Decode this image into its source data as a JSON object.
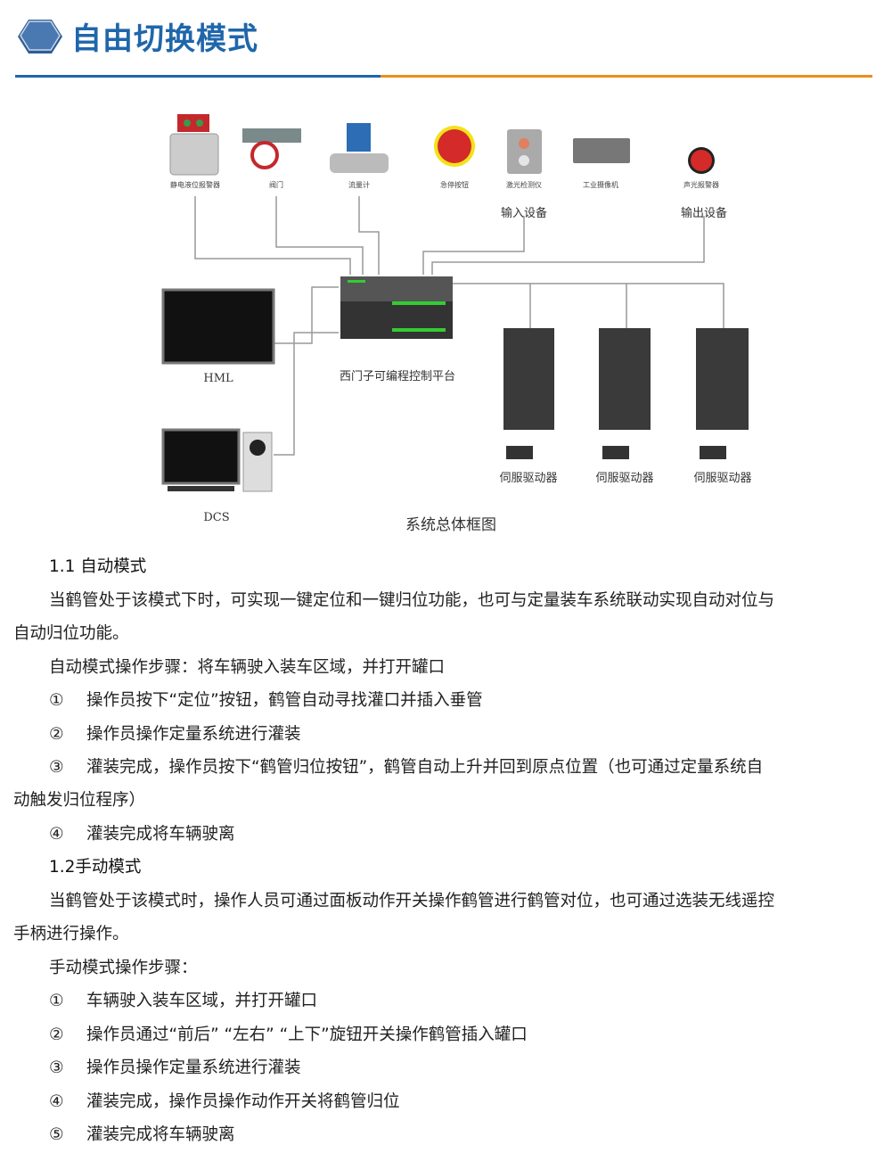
{
  "header": {
    "title": "自由切换模式",
    "accent_blue": "#1f66ab",
    "accent_orange": "#e8901a"
  },
  "diagram": {
    "devices": [
      "静电液位报警器",
      "阀门",
      "流量计",
      "急停按钮",
      "激光检测仪",
      "工业摄像机",
      "声光报警器"
    ],
    "input_group": "输入设备",
    "output_group": "输出设备",
    "plc": "西门子可编程控制平台",
    "hml": "HML",
    "dcs": "DCS",
    "servos": [
      "伺服驱动器",
      "伺服驱动器",
      "伺服驱动器"
    ],
    "caption": "系统总体框图"
  },
  "auto": {
    "heading": "1.1 自动模式",
    "para_1": "当鹤管处于该模式下时，可实现一键定位和一键归位功能，也可与定量装车系统联动实现自动对位与",
    "para_2": "自动归位功能。",
    "steps_title": "自动模式操作步骤：将车辆驶入装车区域，并打开罐口",
    "steps": [
      {
        "n": "①",
        "t": "操作员按下“定位”按钮，鹤管自动寻找灌口并插入垂管"
      },
      {
        "n": "②",
        "t": "操作员操作定量系统进行灌装"
      },
      {
        "n": "③",
        "t": "灌装完成，操作员按下“鹤管归位按钮”，鹤管自动上升并回到原点位置（也可通过定量系统自",
        "t2": "动触发归位程序）"
      },
      {
        "n": "④",
        "t": "灌装完成将车辆驶离"
      }
    ]
  },
  "manual": {
    "heading": "1.2手动模式",
    "para_1": "当鹤管处于该模式时，操作人员可通过面板动作开关操作鹤管进行鹤管对位，也可通过选装无线遥控",
    "para_2": "手柄进行操作。",
    "steps_title": "手动模式操作步骤：",
    "steps": [
      {
        "n": "①",
        "t": "车辆驶入装车区域，并打开罐口"
      },
      {
        "n": "②",
        "t": "操作员通过“前后” “左右” “上下”旋钮开关操作鹤管插入罐口"
      },
      {
        "n": "③",
        "t": "操作员操作定量系统进行灌装"
      },
      {
        "n": "④",
        "t": "灌装完成，操作员操作动作开关将鹤管归位"
      },
      {
        "n": "⑤",
        "t": "灌装完成将车辆驶离"
      }
    ]
  }
}
